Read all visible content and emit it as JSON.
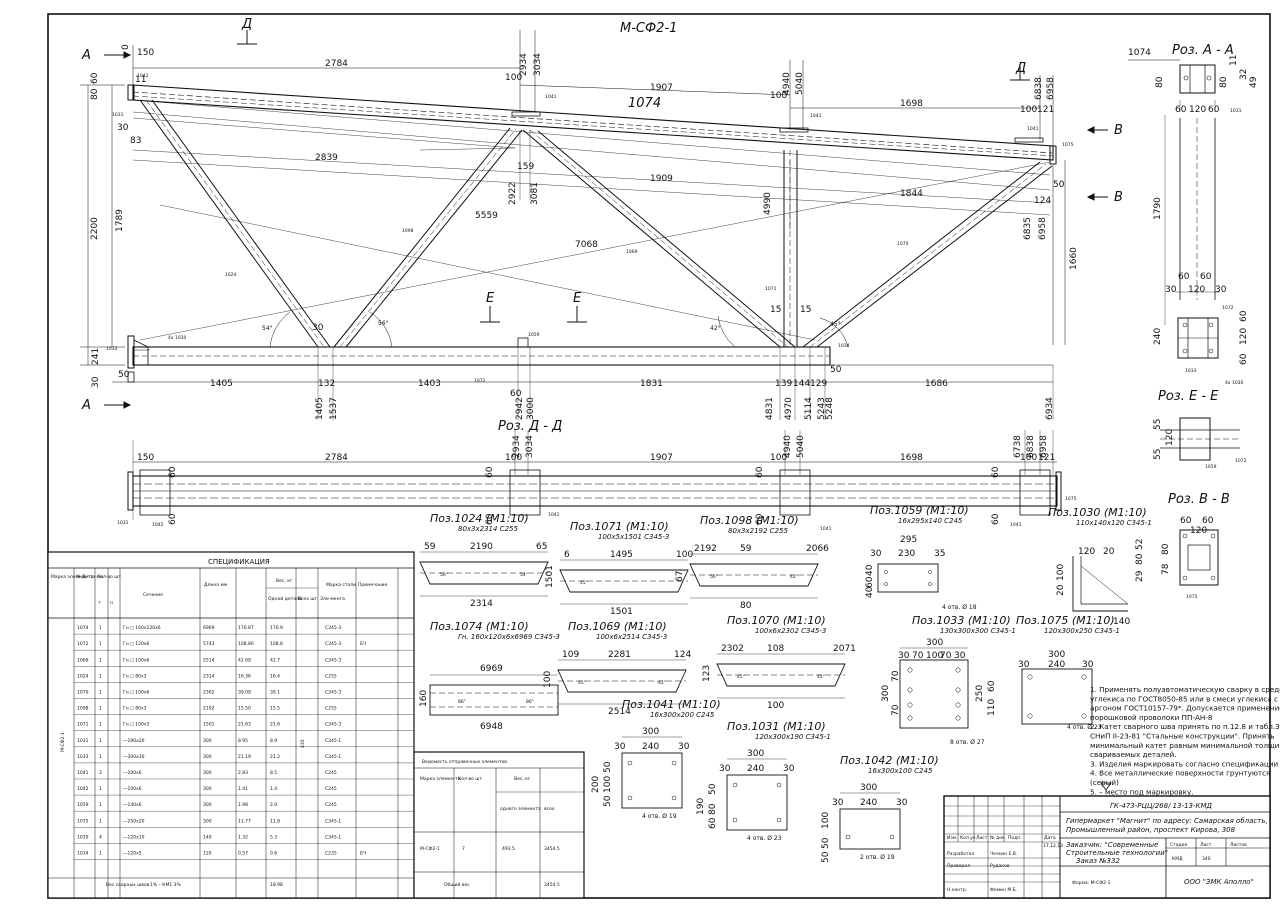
{
  "drawing": {
    "title": "М-СФ2-1",
    "section_labels": {
      "a": "А",
      "d": "Д",
      "e": "Е",
      "v": "В"
    },
    "views": {
      "sec_aa": "Poз. А - А",
      "sec_dd": "Poз. Д - Д",
      "sec_ee": "Poз. Е - Е",
      "sec_vv": "Poз. В - В"
    }
  },
  "truss": {
    "top_dims": [
      "150",
      "2784",
      "1907",
      "1698",
      "100",
      "100",
      "100",
      "121"
    ],
    "top_vert_dims": [
      "2934",
      "3034",
      "4940",
      "5040",
      "6838",
      "6958"
    ],
    "mid_dims": [
      "2839",
      "1909",
      "1844",
      "5559",
      "7068",
      "159",
      "124"
    ],
    "mid_vert_dims": [
      "2922",
      "3081",
      "4990",
      "6835",
      "6958"
    ],
    "left_dims": [
      "2200",
      "1789",
      "241",
      "30",
      "80",
      "60",
      "11",
      "30",
      "83",
      "0"
    ],
    "right_dims": [
      "1660",
      "50",
      "50"
    ],
    "bottom_dims": [
      "1405",
      "132",
      "1403",
      "1831",
      "139",
      "144",
      "129",
      "1686",
      "60",
      "15",
      "15",
      "30",
      "50"
    ],
    "bottom_vert_dims": [
      "1405",
      "1537",
      "2942",
      "3000",
      "4831",
      "4970",
      "5114",
      "5243",
      "5248",
      "6934"
    ],
    "angles": [
      "54°",
      "56°",
      "42°",
      "45°"
    ],
    "part_labels": [
      "1042",
      "1031",
      "1041",
      "1074",
      "1041",
      "1041",
      "1075",
      "1098",
      "1024",
      "1069",
      "1070",
      "1071",
      "1059",
      "1033",
      "4x 1030",
      "1072",
      "1034"
    ]
  },
  "plan": {
    "dims": [
      "150",
      "2784",
      "1907",
      "1698",
      "100",
      "100",
      "100",
      "121"
    ],
    "vert_dims": [
      "2934",
      "3034",
      "4940",
      "5040",
      "6738",
      "6838",
      "6958"
    ],
    "side": [
      "60",
      "60"
    ],
    "part_labels": [
      "1031",
      "1042",
      "1041",
      "1041",
      "1041",
      "1075"
    ]
  },
  "sections": {
    "aa": {
      "dims": [
        "1074",
        "80",
        "60",
        "120",
        "60",
        "80",
        "11",
        "32",
        "49"
      ],
      "parts": [
        "1031"
      ]
    },
    "vv_top": {
      "dims": [
        "1790"
      ]
    },
    "aa_lower": {
      "dims": [
        "60",
        "60",
        "30",
        "120",
        "30",
        "240",
        "60",
        "120",
        "60"
      ],
      "parts": [
        "1072",
        "1033",
        "4x 1030"
      ]
    },
    "ee": {
      "dims": [
        "55",
        "120",
        "55"
      ],
      "parts": [
        "1059",
        "1072"
      ]
    },
    "vv": {
      "dims": [
        "60",
        "60",
        "120",
        "52",
        "80",
        "29",
        "78",
        "80"
      ],
      "parts": [
        "1075"
      ]
    }
  },
  "parts": [
    {
      "title": "Поз.1024 (М1:10)",
      "spec": "80х3х2314 С255",
      "dims": [
        "59",
        "2190",
        "65",
        "80",
        "2314"
      ],
      "angles": [
        "56°",
        "54°"
      ]
    },
    {
      "title": "Поз.1071 (М1:10)",
      "spec": "100х5х1501 С345-3",
      "dims": [
        "6",
        "1495",
        "100",
        "1501"
      ],
      "angles": [
        "45°"
      ]
    },
    {
      "title": "Поз.1098 (М1:10)",
      "spec": "80х3х2192 С255",
      "dims": [
        "2192",
        "59",
        "2066",
        "67",
        "80"
      ],
      "angles": [
        "56°",
        "42°"
      ]
    },
    {
      "title": "Поз.1059 (М1:10)",
      "spec": "16х295х140 С245",
      "dims": [
        "295",
        "30",
        "230",
        "35",
        "40",
        "60",
        "40"
      ],
      "holes": "4 отв. Ø 18"
    },
    {
      "title": "Поз.1030 (М1:10)",
      "spec": "110х140х120 С345-1",
      "dims": [
        "120",
        "20",
        "20",
        "100",
        "140"
      ]
    },
    {
      "title": "Поз.1074 (М1:10)",
      "spec": "Гн. 160х120х6х6969 С345-3",
      "dims": [
        "6969",
        "160",
        "6948"
      ],
      "angles": [
        "86°",
        "86°"
      ]
    },
    {
      "title": "Поз.1069 (М1:10)",
      "spec": "100х6х2514 С345-3",
      "dims": [
        "109",
        "2281",
        "124",
        "100",
        "2514"
      ],
      "angles": [
        "45°",
        "42°"
      ]
    },
    {
      "title": "Поз.1070 (М1:10)",
      "spec": "100х6х2302 С345-3",
      "dims": [
        "2302",
        "108",
        "2071",
        "123",
        "100"
      ],
      "angles": [
        "45°",
        "45°"
      ]
    },
    {
      "title": "Поз.1033 (М1:10)",
      "spec": "130х300х300 С345-1",
      "dims": [
        "300",
        "30",
        "70",
        "100",
        "70",
        "30",
        "300",
        "70",
        "70",
        "250",
        "60",
        "110"
      ],
      "holes": "8 отв. Ø 27"
    },
    {
      "title": "Поз.1075 (М1:10)",
      "spec": "120х300х250 С345-1",
      "dims": [
        "300",
        "30",
        "240",
        "30",
        "250"
      ],
      "holes": "4 отв. Ø 23"
    },
    {
      "title": "Поз.1041 (М1:10)",
      "spec": "16х300х200 С245",
      "dims": [
        "300",
        "30",
        "240",
        "30",
        "50",
        "100",
        "50",
        "200"
      ],
      "holes": "4 отв. Ø 19"
    },
    {
      "title": "Поз.1031 (М1:10)",
      "spec": "120х300х190 С345-1",
      "dims": [
        "300",
        "30",
        "240",
        "30",
        "50",
        "80",
        "60",
        "190"
      ],
      "holes": "4 отв. Ø 23"
    },
    {
      "title": "Поз.1042 (М1:10)",
      "spec": "16х300х100 С245",
      "dims": [
        "300",
        "30",
        "240",
        "30",
        "100",
        "50",
        "50"
      ],
      "holes": "2 отв. Ø 19"
    }
  ],
  "spec": {
    "title": "СПЕЦИФИКАЦИЯ",
    "headers": [
      "Марка эле-мен-та",
      "№ Де-та-ли",
      "Кол-во шт.",
      "т",
      "н",
      "Сечение",
      "Длина мм",
      "Вес, кг",
      "Одной детали",
      "Всех шт.",
      "Эле-мента",
      "Марка стали",
      "Примечание"
    ],
    "element": "М-СФ2-1",
    "element_weight": "435",
    "rows": [
      [
        "1074",
        "1",
        "Гн.◻ 160х120х6",
        "6969",
        "170.87",
        "170.9",
        "С345-3",
        ""
      ],
      [
        "1072",
        "1",
        "Гн.◻ 120х6",
        "5743",
        "108.80",
        "108.8",
        "С345-3",
        "БЧ"
      ],
      [
        "1069",
        "1",
        "Гн.◻ 100х6",
        "2514",
        "42.69",
        "42.7",
        "С345-3",
        ""
      ],
      [
        "1024",
        "1",
        "Гн.◻ 80х3",
        "2314",
        "16.36",
        "16.4",
        "С255",
        ""
      ],
      [
        "1070",
        "1",
        "Гн.◻ 100х6",
        "2302",
        "39.09",
        "39.1",
        "С345-3",
        ""
      ],
      [
        "1098",
        "1",
        "Гн.◻ 80х3",
        "2192",
        "15.50",
        "15.5",
        "С255",
        ""
      ],
      [
        "1071",
        "1",
        "Гн.◻ 100х5",
        "1501",
        "21.63",
        "21.6",
        "С345-3",
        ""
      ],
      [
        "1031",
        "1",
        "—190х20",
        "300",
        "8.95",
        "8.9",
        "С345-1",
        ""
      ],
      [
        "1033",
        "1",
        "—300х30",
        "300",
        "21.19",
        "21.2",
        "С345-1",
        ""
      ],
      [
        "1041",
        "3",
        "—200х6",
        "300",
        "2.83",
        "8.5",
        "С245",
        ""
      ],
      [
        "1042",
        "1",
        "—100х6",
        "300",
        "1.41",
        "1.4",
        "С245",
        ""
      ],
      [
        "1059",
        "1",
        "—140х6",
        "300",
        "1.98",
        "2.0",
        "С245",
        ""
      ],
      [
        "1075",
        "1",
        "—250х20",
        "300",
        "11.77",
        "11.8",
        "С345-1",
        ""
      ],
      [
        "1030",
        "4",
        "—120х10",
        "140",
        "1.32",
        "5.3",
        "С345-1",
        ""
      ],
      [
        "1034",
        "1",
        "—120х5",
        "120",
        "0.57",
        "0.6",
        "С235",
        "БЧ"
      ]
    ],
    "footer_label": "Вес сварных швов",
    "footer_pct": "1% – КМ1 3%",
    "footer_value": "18.98"
  },
  "registry": {
    "title": "Ведомость отправочных элементов",
    "headers": [
      "Марка элемен-та",
      "Кол-во шт.",
      "Вес, кг",
      "одного элемента",
      "всех"
    ],
    "row": [
      "М-СФ2-1",
      "7",
      "493.5",
      "3454.5"
    ],
    "total_label": "Общий вес",
    "total_value": "3454.5"
  },
  "notes": [
    "1. Применять полуавтоматическую сварку в среде",
    "углекиса по ГОСТ8050-85 или в смеси углекиса с",
    "аргоном ГОСТ10157-79*. Допускается применение",
    "порошковой проволоки ПП-АН-8",
    "2. Катет сварного шва принять по п.12.8 и табл.38*",
    "СНиП II-23-81 \"Стальные конструкции\". Принять",
    "минимальный катет равным минимальной толщине",
    "свариваемых деталей.",
    "3. Изделия маркировать согласно спецификации",
    "4. Все металлические поверхности грунтуются",
    "(серый)",
    "5.        – место под маркировку."
  ],
  "title_block": {
    "code": "ГК-473-РЦЦ/268/ 13-13-КМД",
    "object": "Гипермаркет \"Магнит\" по адресу: Самарская область,",
    "object2": "Промышленный район, проспект Кирова, 308",
    "customer": "Заказчик: \"Современные",
    "customer2": "Строительные технологии\"",
    "order": "Заказ №332",
    "header": [
      "Изм.",
      "Кол.уч",
      "Лист",
      "№ док.",
      "Подп.",
      "Дата"
    ],
    "date_val": "17.12.13",
    "rows": [
      [
        "Разработал",
        "Чечкин Е.В."
      ],
      [
        "Проверил",
        "Рудаков"
      ],
      [
        "",
        ""
      ],
      [
        "Н.контр.",
        "Фомин М.Б."
      ]
    ],
    "stage_hdr": [
      "Стадия",
      "Лист",
      "Листов"
    ],
    "stage_vals": [
      "КМД",
      "340",
      ""
    ],
    "form": "Форма: М-СФ2-1",
    "company": "ООО \"ЗМК Аполло\""
  }
}
